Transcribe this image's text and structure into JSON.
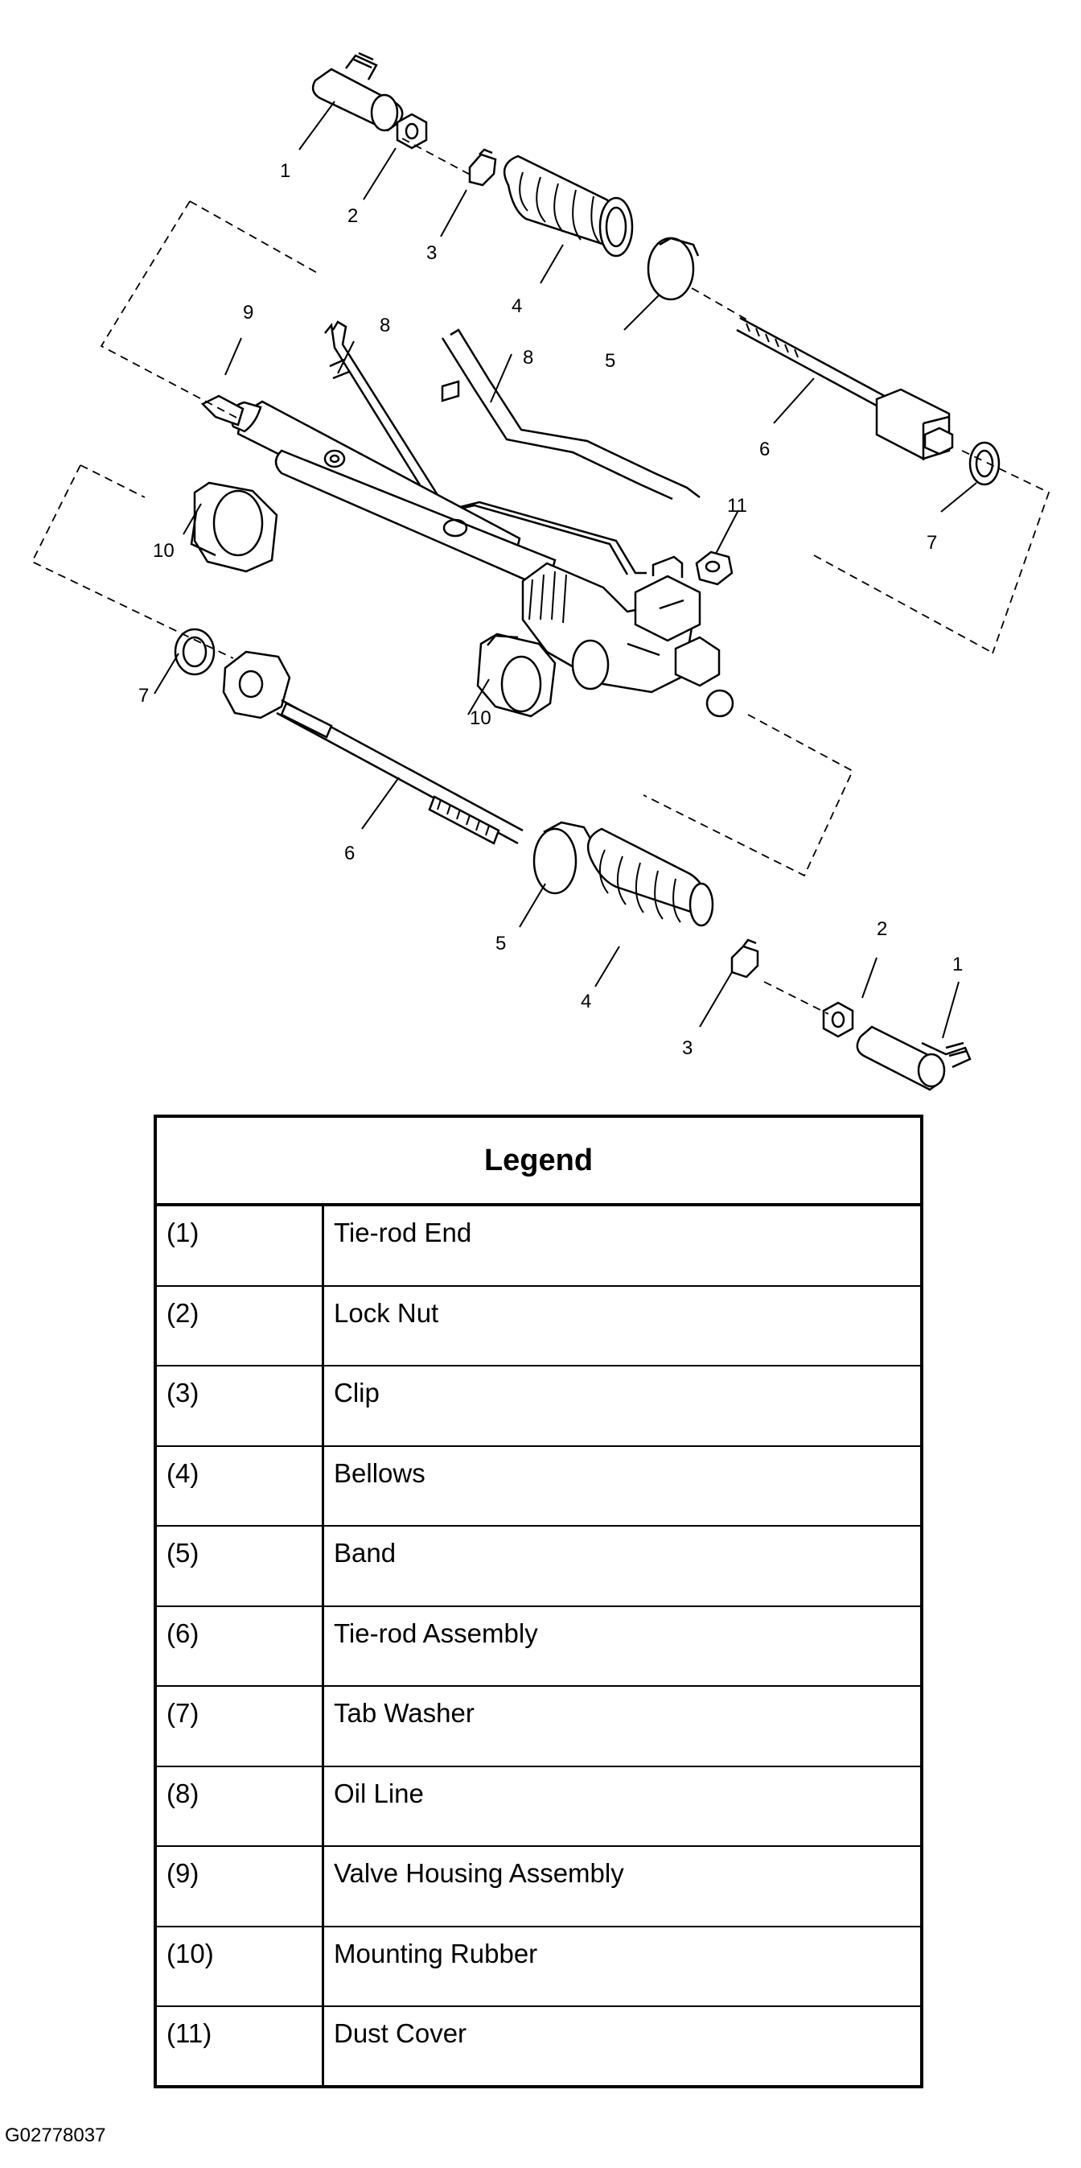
{
  "callouts": [
    "1",
    "2",
    "3",
    "4",
    "5",
    "6",
    "7",
    "8",
    "9",
    "10",
    "11"
  ],
  "legend": {
    "title": "Legend",
    "rows": [
      {
        "num": "(1)",
        "name": "Tie-rod End"
      },
      {
        "num": "(2)",
        "name": "Lock Nut"
      },
      {
        "num": "(3)",
        "name": "Clip"
      },
      {
        "num": "(4)",
        "name": "Bellows"
      },
      {
        "num": "(5)",
        "name": "Band"
      },
      {
        "num": "(6)",
        "name": "Tie-rod Assembly"
      },
      {
        "num": "(7)",
        "name": "Tab Washer"
      },
      {
        "num": "(8)",
        "name": "Oil Line"
      },
      {
        "num": "(9)",
        "name": "Valve Housing Assembly"
      },
      {
        "num": "(10)",
        "name": "Mounting Rubber"
      },
      {
        "num": "(11)",
        "name": "Dust Cover"
      }
    ]
  },
  "figure_code": "G02778037"
}
